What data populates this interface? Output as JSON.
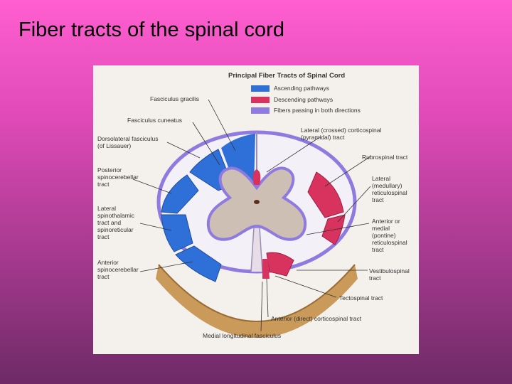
{
  "slide": {
    "title": "Fiber tracts of the spinal cord"
  },
  "figure": {
    "title": "Principal Fiber Tracts of Spinal Cord",
    "legend": [
      {
        "label": "Ascending pathways",
        "color": "#2f6fd8"
      },
      {
        "label": "Descending pathways",
        "color": "#d8335e"
      },
      {
        "label": "Fibers passing in both directions",
        "color": "#8f7ae0"
      }
    ],
    "labels": {
      "fasciculus_gracilis": "Fasciculus gracilis",
      "fasciculus_cuneatus": "Fasciculus cuneatus",
      "dorsolateral_fasciculus": "Dorsolateral fasciculus\n(of Lissauer)",
      "posterior_spinocerebellar": "Posterior\nspinocerebellar\ntract",
      "lateral_spinothalamic": "Lateral\nspinothalamic\ntract and\nspinoreticular\ntract",
      "anterior_spinocerebellar": "Anterior\nspinocerebellar\ntract",
      "lateral_corticospinal": "Lateral (crossed) corticospinal\n(pyramidal) tract",
      "rubrospinal": "Rubrospinal tract",
      "lateral_reticulospinal": "Lateral\n(medullary)\nreticulospinal\ntract",
      "medial_reticulospinal": "Anterior or\nmedial\n(pontine)\nreticulospinal\ntract",
      "vestibulospinal": "Vestibulospinal\ntract",
      "tectospinal": "Tectospinal tract",
      "anterior_corticospinal": "Anterior (direct) corticospinal tract",
      "medial_longitudinal": "Medial longitudinal fasciculus"
    },
    "colors": {
      "white_matter": "#f3f1f7",
      "gray_matter": "#cdbfb4",
      "cut_surface": "#c99a5a",
      "border_purple": "#8f7ae0",
      "ascending": "#2f6fd8",
      "descending": "#d8335e"
    }
  }
}
